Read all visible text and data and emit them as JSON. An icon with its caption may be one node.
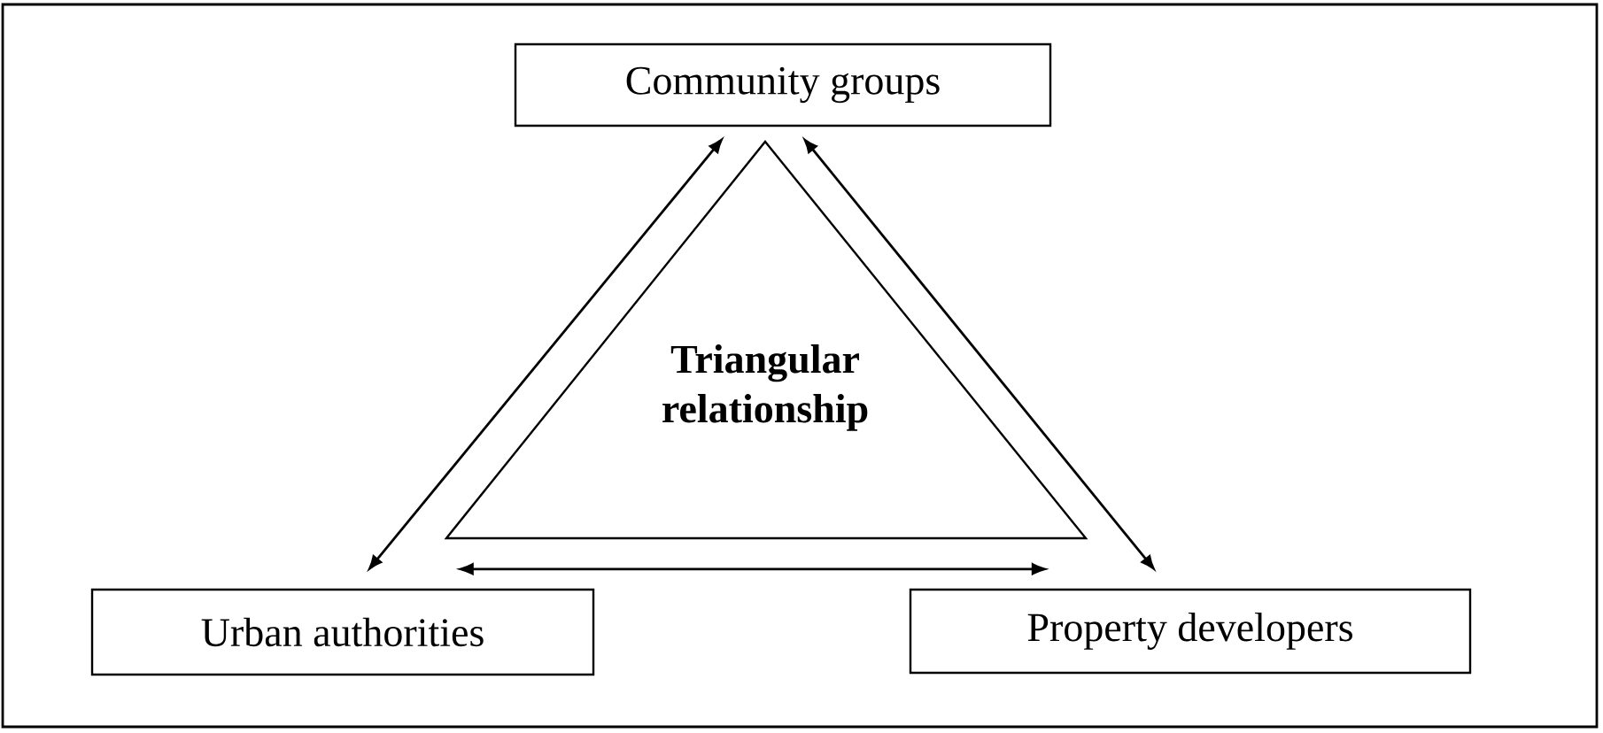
{
  "diagram": {
    "nodes": [
      {
        "text": [
          "Community groups"
        ]
      },
      {
        "text": [
          "Triangular relationship"
        ]
      },
      {
        "text": [
          "Urban authorities"
        ]
      },
      {
        "text": [
          "Property developers"
        ]
      }
    ],
    "edges": [
      {
        "from": 0,
        "to": 2,
        "arrow": "both"
      },
      {
        "from": 0,
        "to": 3,
        "arrow": "both"
      },
      {
        "from": 2,
        "to": 3,
        "arrow": "both"
      }
    ]
  }
}
